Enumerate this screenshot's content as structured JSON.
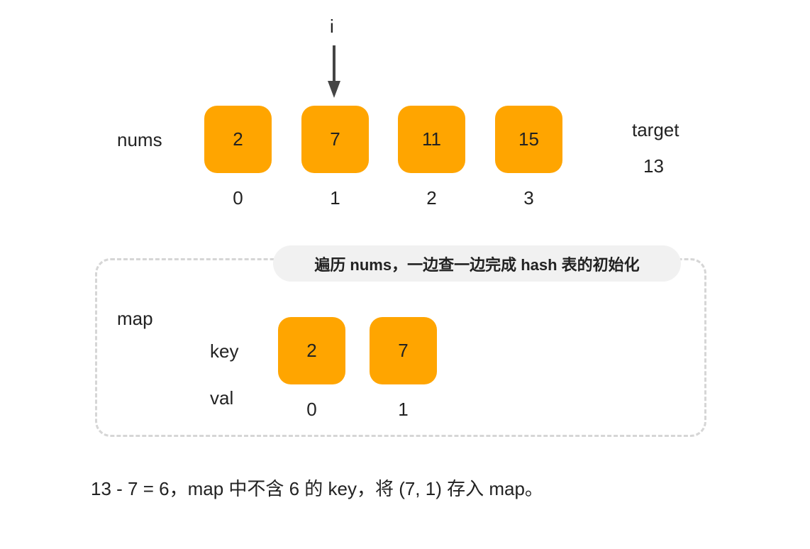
{
  "pointer": {
    "label": "i",
    "index": 1
  },
  "nums": {
    "label": "nums",
    "values": [
      "2",
      "7",
      "11",
      "15"
    ],
    "indices": [
      "0",
      "1",
      "2",
      "3"
    ]
  },
  "target": {
    "label": "target",
    "value": "13"
  },
  "banner": {
    "text": "遍历 nums，一边查一边完成 hash 表的初始化"
  },
  "map": {
    "label": "map",
    "key_label": "key",
    "val_label": "val",
    "keys": [
      "2",
      "7"
    ],
    "vals": [
      "0",
      "1"
    ]
  },
  "caption": {
    "text": "13 - 7 = 6，map 中不含 6 的 key，将 (7, 1) 存入 map。"
  },
  "colors": {
    "cell": "#ffa500",
    "arrow": "#444444",
    "dashed_border": "#d6d6d6",
    "banner_bg": "#f1f1f1"
  }
}
